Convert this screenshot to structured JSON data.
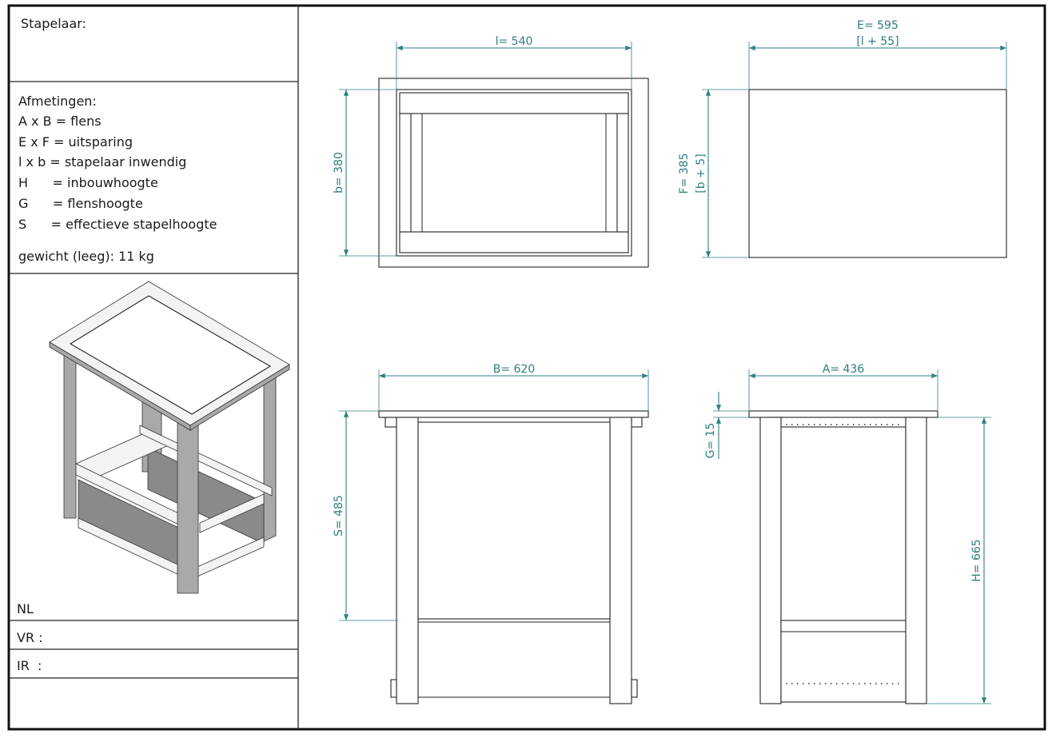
{
  "title_block": {
    "title": "Stapelaar:",
    "legend_heading": "Afmetingen:",
    "legend": [
      "A x B = flens",
      "E x F = uitsparing",
      "l x b = stapelaar inwendig",
      "H      = inbouwhoogte",
      "G      = flenshoogte",
      "S      = effectieve stapelhoogte"
    ],
    "weight": "gewicht (leeg): 11 kg",
    "lang_nl": "NL",
    "lang_vr": "VR :",
    "lang_ir": "IR  :"
  },
  "dimensions": {
    "l": "l= 540",
    "b": "b= 380",
    "E": "E= 595",
    "E_formula": "[l + 55]",
    "F": "F= 385",
    "F_formula": "[b + 5]",
    "B": "B= 620",
    "A": "A= 436",
    "S": "S= 485",
    "G": "G= 15",
    "H": "H= 665"
  }
}
